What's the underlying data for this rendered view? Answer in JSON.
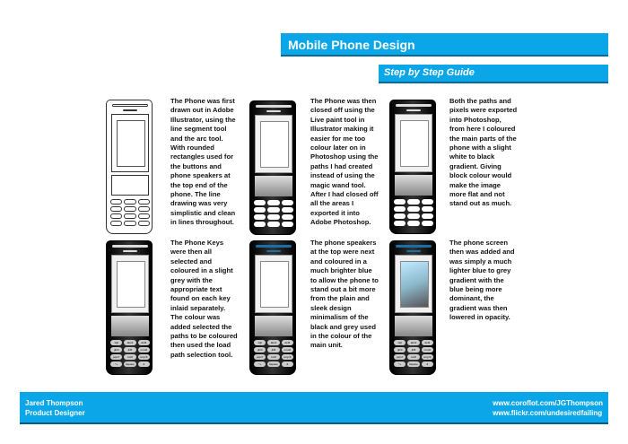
{
  "header": {
    "title": "Mobile Phone Design",
    "subtitle": "Step by Step Guide"
  },
  "steps": [
    {
      "variant": "outline",
      "text": "The Phone was first drawn out in Adobe Illustrator, using the line segment tool and the arc tool. With rounded rectangles used for the buttons and phone speakers at the top end of the phone. The line drawing was very simplistic and clean in lines throughout."
    },
    {
      "variant": "black",
      "text": "The Phone was then closed off using the Live paint tool in Illustrator making it easier for me too colour later on in Photoshop using the paths I had created instead of using the magic wand tool. After I had closed off all the areas I exported it into Adobe Photoshop."
    },
    {
      "variant": "black",
      "text": "Both the paths and pixels were exported into Photoshop, from here I coloured the main parts of the phone with a slight white to black gradient. Giving block colour would make the image more flat and not stand out as much."
    },
    {
      "variant": "black grey",
      "text": "The Phone Keys were then all selected and coloured in a slight grey with the appropriate text found on each key inlaid separately. The colour was added selected the paths to be coloured then used the load path selection tool."
    },
    {
      "variant": "black grey blue",
      "text": "The phone speakers at the top were next and coloured in a much brighter blue to allow the phone to stand out a bit more from the plain and sleek design minimalism of the black and grey used in the colour of the main unit."
    },
    {
      "variant": "black grey blue bluescr",
      "text": "The phone screen then was added and was simply a much lighter blue to grey gradient with the blue being more dominant, the gradient was then lowered in opacity."
    }
  ],
  "key_labels": [
    "1@",
    "abc2",
    "def3",
    "ghi4",
    "jkl5",
    "mno6",
    "pqrs7",
    "tuv8",
    "wxyz9",
    "*+",
    "0space",
    "#"
  ],
  "footer": {
    "name": "Jared Thompson",
    "role": "Product Designer",
    "link1": "www.coroflot.com/JGThompson",
    "link2": "www.flickr.com/undesiredfailing"
  },
  "colors": {
    "accent": "#0aa6e8"
  }
}
